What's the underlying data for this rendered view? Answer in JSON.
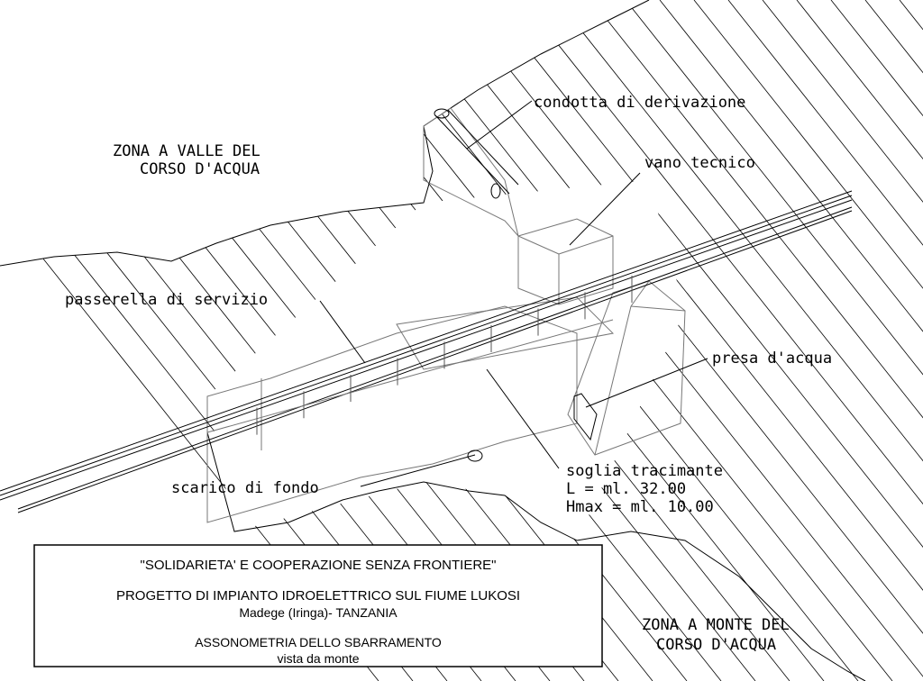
{
  "labels": {
    "downstream_zone": [
      "ZONA A VALLE DEL",
      "CORSO D'ACQUA"
    ],
    "upstream_zone": [
      "ZONA A MONTE DEL",
      "CORSO D'ACQUA"
    ],
    "condotta": "condotta di derivazione",
    "vano": "vano tecnico",
    "passerella": "passerella di servizio",
    "presa": "presa d'acqua",
    "scarico": "scarico di fondo",
    "soglia": [
      "soglia tracimante",
      "L = ml. 32.00",
      "Hmax = ml. 10.00"
    ]
  },
  "title_block": {
    "org": "\"SOLIDARIETA' E COOPERAZIONE SENZA FRONTIERE\"",
    "project": "PROGETTO DI IMPIANTO IDROELETTRICO SUL FIUME LUKOSI",
    "location": "Madege (Iringa)- TANZANIA",
    "drawing": "ASSONOMETRIA DELLO SBARRAMENTO",
    "view": "vista da monte"
  }
}
